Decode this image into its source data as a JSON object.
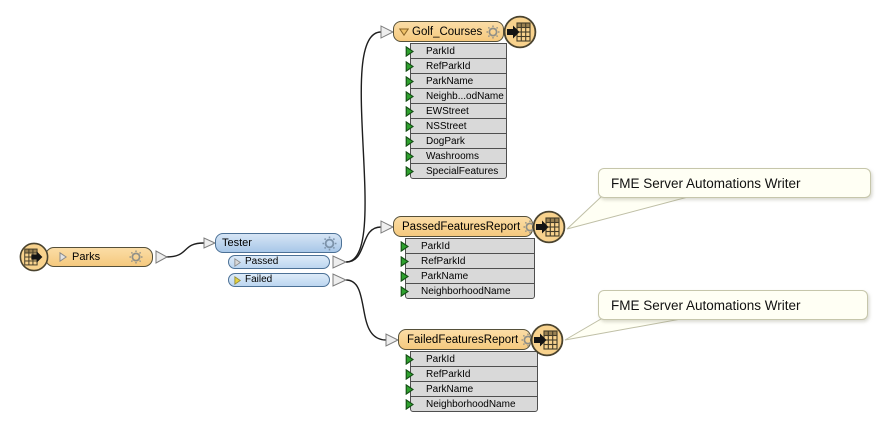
{
  "diagram": {
    "reader": {
      "label": "Parks"
    },
    "transformer": {
      "label": "Tester",
      "ports": [
        {
          "label": "Passed"
        },
        {
          "label": "Failed"
        }
      ]
    },
    "writers": [
      {
        "title": "Golf_Courses",
        "attributes": [
          "ParkId",
          "RefParkId",
          "ParkName",
          "Neighb...odName",
          "EWStreet",
          "NSStreet",
          "DogPark",
          "Washrooms",
          "SpecialFeatures"
        ]
      },
      {
        "title": "PassedFeaturesReport",
        "attributes": [
          "ParkId",
          "RefParkId",
          "ParkName",
          "NeighborhoodName"
        ]
      },
      {
        "title": "FailedFeaturesReport",
        "attributes": [
          "ParkId",
          "RefParkId",
          "ParkName",
          "NeighborhoodName"
        ]
      }
    ],
    "callouts": [
      {
        "text": "FME Server Automations Writer"
      },
      {
        "text": "FME Server Automations Writer"
      }
    ]
  },
  "colors": {
    "node_orange": "#f8d28d",
    "node_orange_border": "#55503a",
    "transformer_blue": "#b9d3ec",
    "transformer_border": "#4c7196",
    "attribute_gray": "#d9d9d9",
    "attribute_border": "#4f4f4f",
    "port_arrow_green": "#2ea12e",
    "failed_port_yellow": "#e6d23e",
    "wire_black": "#1e1e1e",
    "callout_bg": "#fffff4",
    "canvas_bg": "#ffffff"
  }
}
